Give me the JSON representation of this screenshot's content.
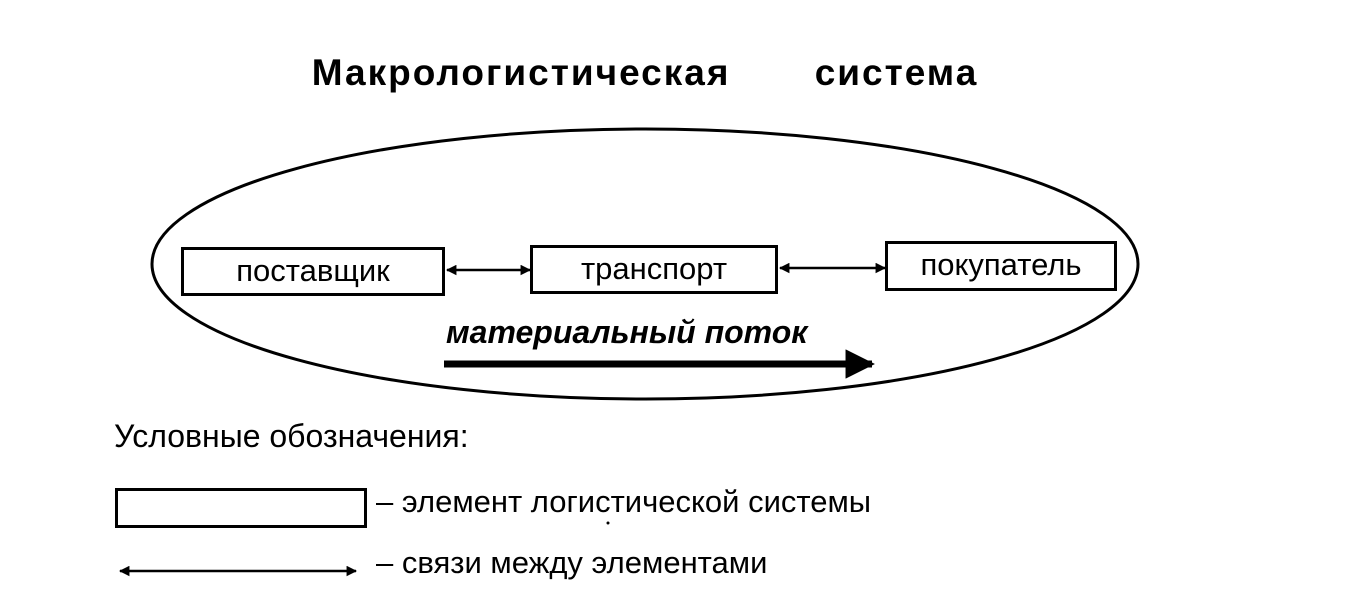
{
  "title": "Макрологистическая система",
  "elements": {
    "supplier": "поставщик",
    "transport": "транспорт",
    "buyer": "покупатель"
  },
  "flow_label": "материальный поток",
  "legend": {
    "title": "Условные обозначения:",
    "element_text": "– элемент логистической системы",
    "link_text": "– связи между элементами"
  }
}
